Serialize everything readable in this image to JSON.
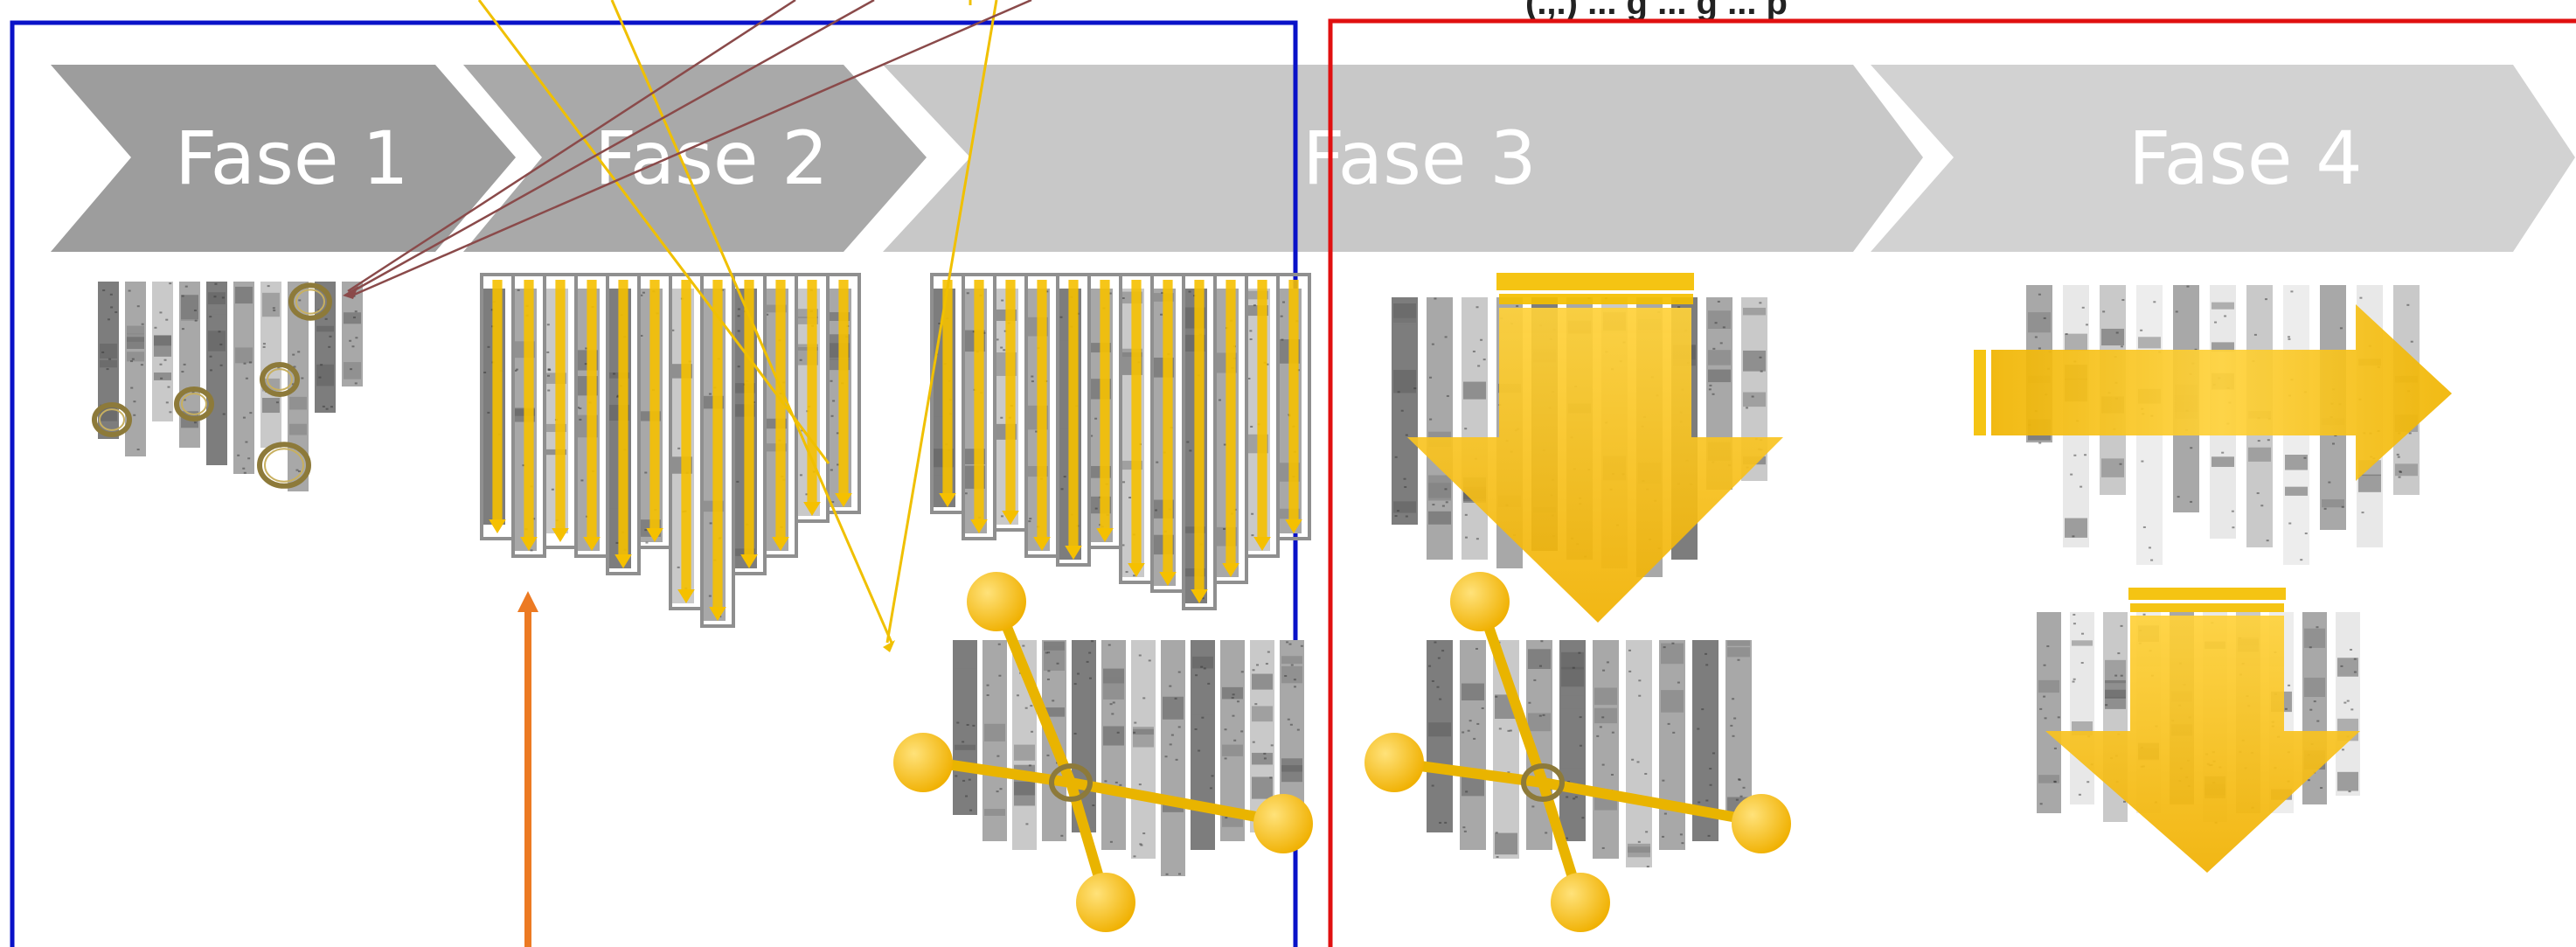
{
  "phases": [
    {
      "label": "Fase 1"
    },
    {
      "label": "Fase 2"
    },
    {
      "label": "Fase 3"
    },
    {
      "label": "Fase 4"
    }
  ],
  "colors": {
    "blue_frame": "#0a12c8",
    "red_frame": "#e01010",
    "chevron_dark": "#9a9a9a",
    "chevron_light": "#cfcfcf",
    "gold": "#f5c000",
    "gold_dark": "#c99400",
    "orange": "#ec7a23",
    "brown_line": "#8a4a4a",
    "yellow_line": "#f0c000",
    "strip_dark": "#7d7d7d",
    "strip_mid": "#a8a8a8",
    "strip_light": "#c9c9c9"
  },
  "icons": [
    "ring-icon",
    "molecule-icon",
    "down-arrow-icon",
    "right-arrow-icon",
    "up-arrow-icon"
  ]
}
